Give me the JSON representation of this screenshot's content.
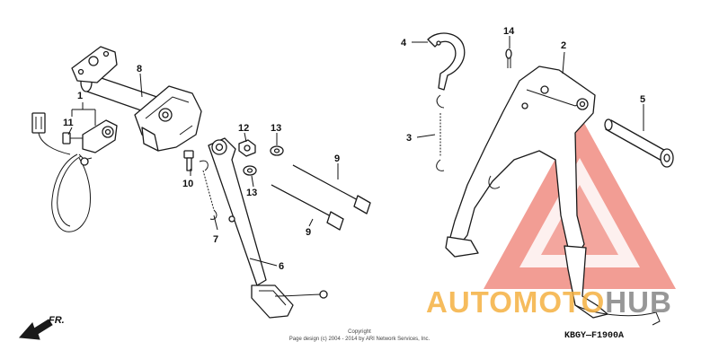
{
  "callouts": {
    "c1": "1",
    "c2": "2",
    "c3": "3",
    "c4": "4",
    "c5": "5",
    "c6": "6",
    "c7": "7",
    "c8": "8",
    "c9a": "9",
    "c9b": "9",
    "c10": "10",
    "c11": "11",
    "c12": "12",
    "c13a": "13",
    "c13b": "13",
    "c14": "14"
  },
  "direction_label": "FR.",
  "copyright_line1": "Copyright",
  "copyright_line2": "Page design (c) 2004 - 2014 by ARI Network Services, Inc.",
  "diagram_code": "KBGY—F1900A",
  "watermark": {
    "part1": "AUTOMOTO",
    "part2": "HUB",
    "color_orange": "#f5b041",
    "color_gray": "#8c8c8c",
    "color_red": "#e74c3c"
  }
}
